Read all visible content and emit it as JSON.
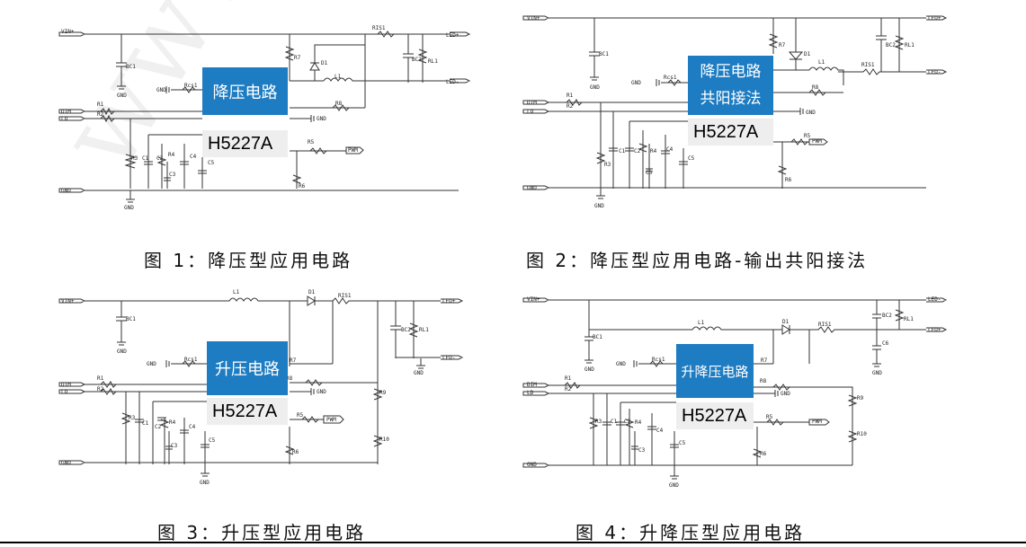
{
  "watermark": "www.hx",
  "figures": [
    {
      "caption": "图 1：降压型应用电路",
      "block_title": [
        "降压电路"
      ],
      "chip": "H5227A",
      "labels": {
        "vin": "VIN+",
        "ledp": "LED+",
        "ledm": "LED-",
        "dim": "DIM",
        "ld": "LD",
        "gnd": "GND",
        "pwm": "PWM",
        "bc1": "BC1",
        "bc2": "BC2",
        "rl1": "RL1",
        "ris1": "RIS1",
        "r1": "R1",
        "r2": "R2",
        "r3": "R3",
        "r4": "R4",
        "r5": "R5",
        "r6": "R6",
        "r7": "R7",
        "r8": "R8",
        "d1": "D1",
        "l1": "L1",
        "c1": "C1",
        "c2": "C2",
        "c3": "C3",
        "c4": "C4",
        "c5": "C5",
        "rcs1": "Rcs1"
      }
    },
    {
      "caption": "图 2：降压型应用电路-输出共阳接法",
      "block_title": [
        "降压电路",
        "共阳接法"
      ],
      "chip": "H5227A",
      "labels": {
        "vin": "VIN+",
        "ledp": "LED+",
        "ledm": "LED-",
        "dim": "DIM",
        "ld": "LD",
        "gnd": "GND",
        "pwm": "PWM",
        "bc1": "BC1",
        "bc2": "BC2",
        "rl1": "RL1",
        "ris1": "RIS1",
        "r1": "R1",
        "r2": "R2",
        "r3": "R3",
        "r4": "R4",
        "r5": "R5",
        "r6": "R6",
        "r7": "R7",
        "r8": "R8",
        "d1": "D1",
        "l1": "L1",
        "c1": "C1",
        "c2": "C2",
        "c3": "C3",
        "c4": "C4",
        "c5": "C5",
        "rcs1": "Rcs1"
      }
    },
    {
      "caption": "图 3：升压型应用电路",
      "block_title": [
        "升压电路"
      ],
      "chip": "H5227A",
      "labels": {
        "vin": "VIN+",
        "ledp": "LED+",
        "ledm": "LED-",
        "dim": "DIM",
        "ld": "LD",
        "gnd": "GND",
        "pwm": "PWM",
        "bc1": "BC1",
        "bc2": "BC2",
        "rl1": "RL1",
        "ris1": "RIS1",
        "r1": "R1",
        "r2": "R2",
        "r3": "R3",
        "r4": "R4",
        "r5": "R5",
        "r6": "R6",
        "r7": "R7",
        "r8": "R8",
        "r9": "R9",
        "r10": "R10",
        "d1": "D1",
        "l1": "L1",
        "c1": "C1",
        "c2": "C2",
        "c3": "C3",
        "c4": "C4",
        "c5": "C5",
        "rcs1": "Rcs1"
      }
    },
    {
      "caption": "图 4：升降压型应用电路",
      "block_title": [
        "升降压电路"
      ],
      "chip": "H5227A",
      "labels": {
        "vin": "VIN+",
        "ledp": "LED+",
        "ledm": "LED-",
        "dim": "DIM",
        "ld": "LD",
        "gnd": "GND",
        "pwm": "PWM",
        "bc1": "BC1",
        "bc2": "BC2",
        "rl1": "RL1",
        "ris1": "RIS1",
        "r1": "R1",
        "r2": "R2",
        "r3": "R3",
        "r4": "R4",
        "r5": "R5",
        "r6": "R6",
        "r7": "R7",
        "r8": "R8",
        "r9": "R9",
        "r10": "R10",
        "d1": "D1",
        "l1": "L1",
        "c1": "C1",
        "c2": "C2",
        "c3": "C3",
        "c4": "C4",
        "c5": "C5",
        "c6": "C6",
        "rcs1": "Rcs1"
      }
    }
  ],
  "colors": {
    "block": "#1e7cc2",
    "chip": "#eeeeee",
    "wire": "#333333"
  }
}
